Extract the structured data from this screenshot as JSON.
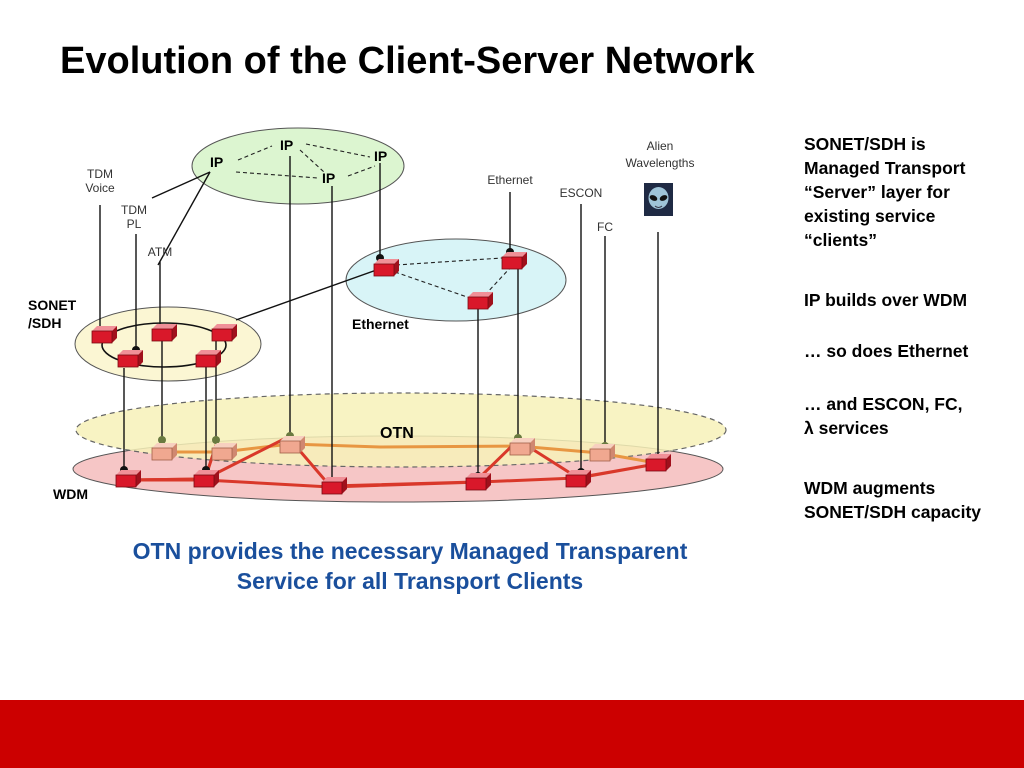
{
  "slide": {
    "title": "Evolution of the Client-Server Network",
    "caption": "OTN provides the necessary Managed Transparent\nService for all Transport Clients"
  },
  "diagram": {
    "ip_nodes": [
      "IP",
      "IP",
      "IP",
      "IP"
    ],
    "labels": {
      "tdm_voice": "TDM\nVoice",
      "tdm_pl": "TDM\nPL",
      "atm": "ATM",
      "sonet_sdh": "SONET\n/SDH",
      "ethernet_client": "Ethernet",
      "ethernet_ring": "Ethernet",
      "escon": "ESCON",
      "fc": "FC",
      "alien_wavelengths": "Alien\nWavelengths",
      "otn": "OTN",
      "wdm": "WDM"
    },
    "icons": [
      "alien-icon"
    ],
    "colors": {
      "ip_ring": "#dcf5d0",
      "ethernet_ring": "#d8f4f7",
      "sonet_ring": "#fbf6d3",
      "otn_ring": "#f7f1b8",
      "wdm_ring": "#f6c6c6",
      "node": "#d9182a",
      "otn_path": "#e89642",
      "wdm_path": "#d9382a",
      "caption": "#1a4f9c",
      "footer": "#cc0000"
    }
  },
  "notes": [
    "SONET/SDH is\nManaged Transport\n“Server” layer for\nexisting service\n“clients”",
    "IP builds over WDM",
    "… so does Ethernet",
    "… and ESCON, FC,\nλ services",
    "WDM augments\nSONET/SDH capacity"
  ]
}
